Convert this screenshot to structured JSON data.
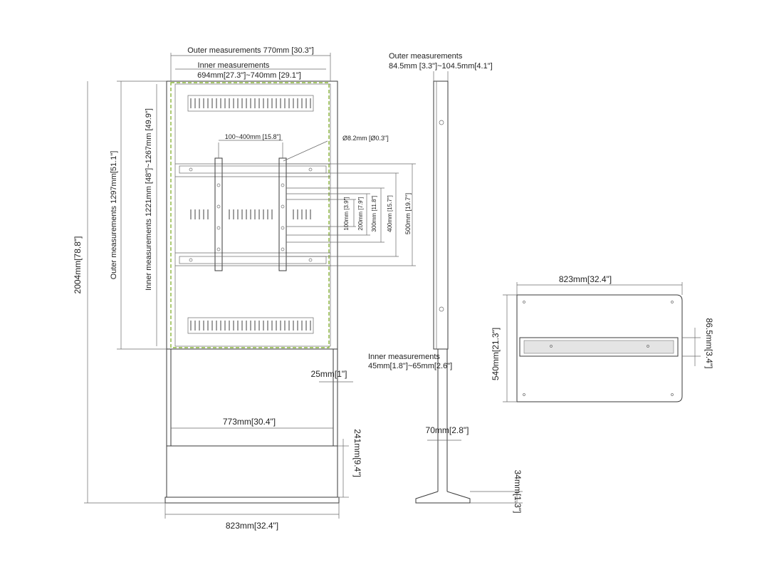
{
  "front": {
    "outer_width": "Outer measurements  770mm [30.3\"]",
    "inner_width_title": "Inner measurements",
    "inner_width_value": "694mm[27.3\"]~740mm [29.1\"]",
    "hole_spacing": "100~400mm [15.8\"]",
    "hole_diameter": "Ø8.2mm [Ø0.3\"]",
    "outer_height": "Outer measurements  1297mm[51.1\"]",
    "inner_height": "Inner measurements 1221mm [48\"]~1267mm [49.9\"]",
    "total_height": "2004mm[78.8\"]",
    "vesa_100": "100mm [3.9\"]",
    "vesa_200": "200mm [7.9\"]",
    "vesa_300": "300mm [11.8\"]",
    "vesa_400": "400mm [15.7\"]",
    "vesa_500": "500mm [19.7\"]",
    "post_width": "25mm[1\"]",
    "base_inner_width": "773mm[30.4\"]",
    "lower_height": "241mm[9.4\"]",
    "base_width": "823mm[32.4\"]"
  },
  "side": {
    "outer_depth_title": "Outer measurements",
    "outer_depth_value": "84.5mm [3.3\"]~104.5mm[4.1\"]",
    "inner_depth_title": "Inner measurements",
    "inner_depth_value": "45mm[1.8\"]~65mm[2.6\"]",
    "post_depth": "70mm[2.8\"]",
    "base_height": "34mm[1.3\"]"
  },
  "base_top": {
    "width": "823mm[32.4\"]",
    "depth": "540mm[21.3\"]",
    "slot": "86.5mm[3.4\"]"
  }
}
